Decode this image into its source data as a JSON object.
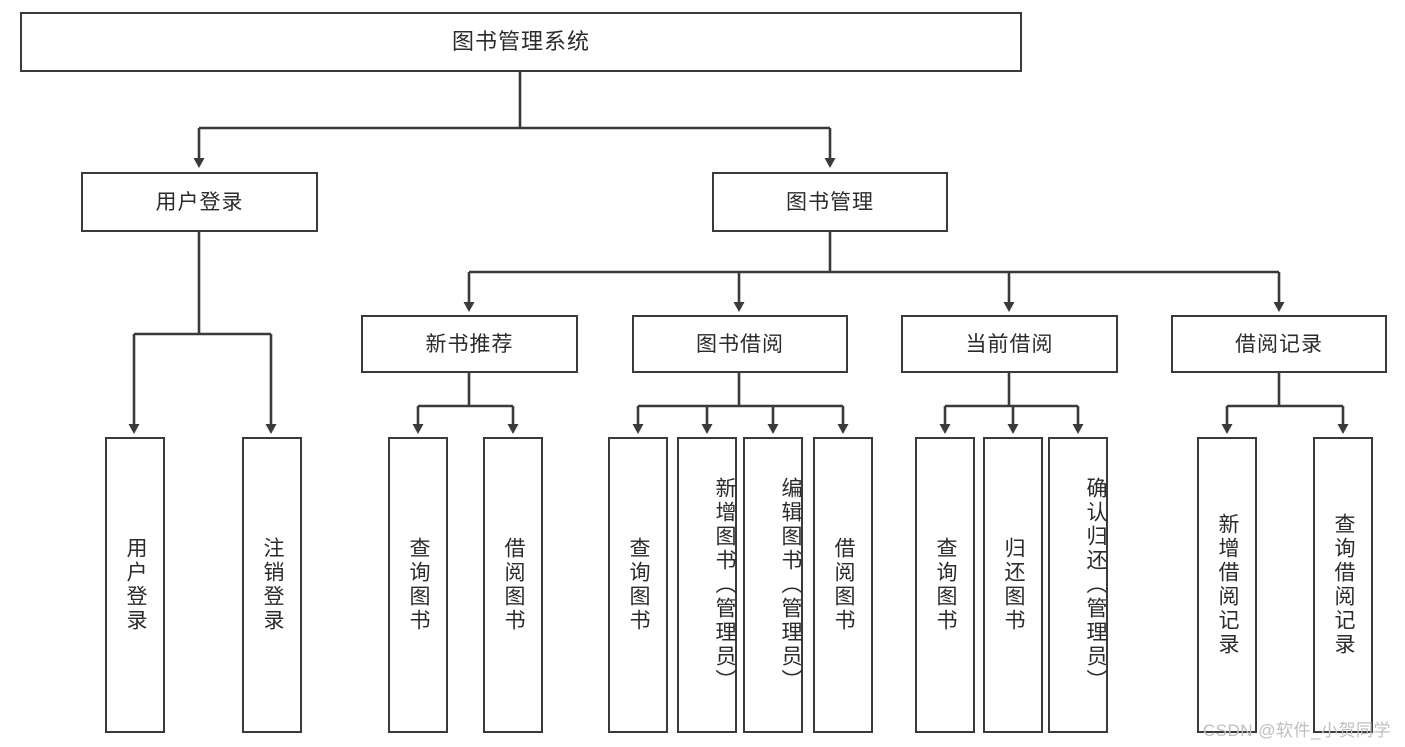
{
  "diagram": {
    "type": "tree",
    "title": "图书管理系统",
    "watermark": "CSDN @软件_小贺同学",
    "colors": {
      "stroke": "#3a3a3a",
      "fill": "#ffffff",
      "text": "#2b2b2b",
      "watermark": "#bfbfbf"
    },
    "nodes": {
      "root": "图书管理系统",
      "level1": [
        {
          "label": "用户登录"
        },
        {
          "label": "图书管理"
        }
      ],
      "level2": [
        {
          "label": "新书推荐"
        },
        {
          "label": "图书借阅"
        },
        {
          "label": "当前借阅"
        },
        {
          "label": "借阅记录"
        }
      ],
      "leaves": {
        "user_login": [
          "用户登录",
          "注销登录"
        ],
        "new_book": [
          "查询图书",
          "借阅图书"
        ],
        "borrow": [
          "查询图书",
          "新增图书（管理员）",
          "编辑图书（管理员）",
          "借阅图书"
        ],
        "current": [
          "查询图书",
          "归还图书",
          "确认归还（管理员）"
        ],
        "record": [
          "新增借阅记录",
          "查询借阅记录"
        ]
      }
    }
  }
}
